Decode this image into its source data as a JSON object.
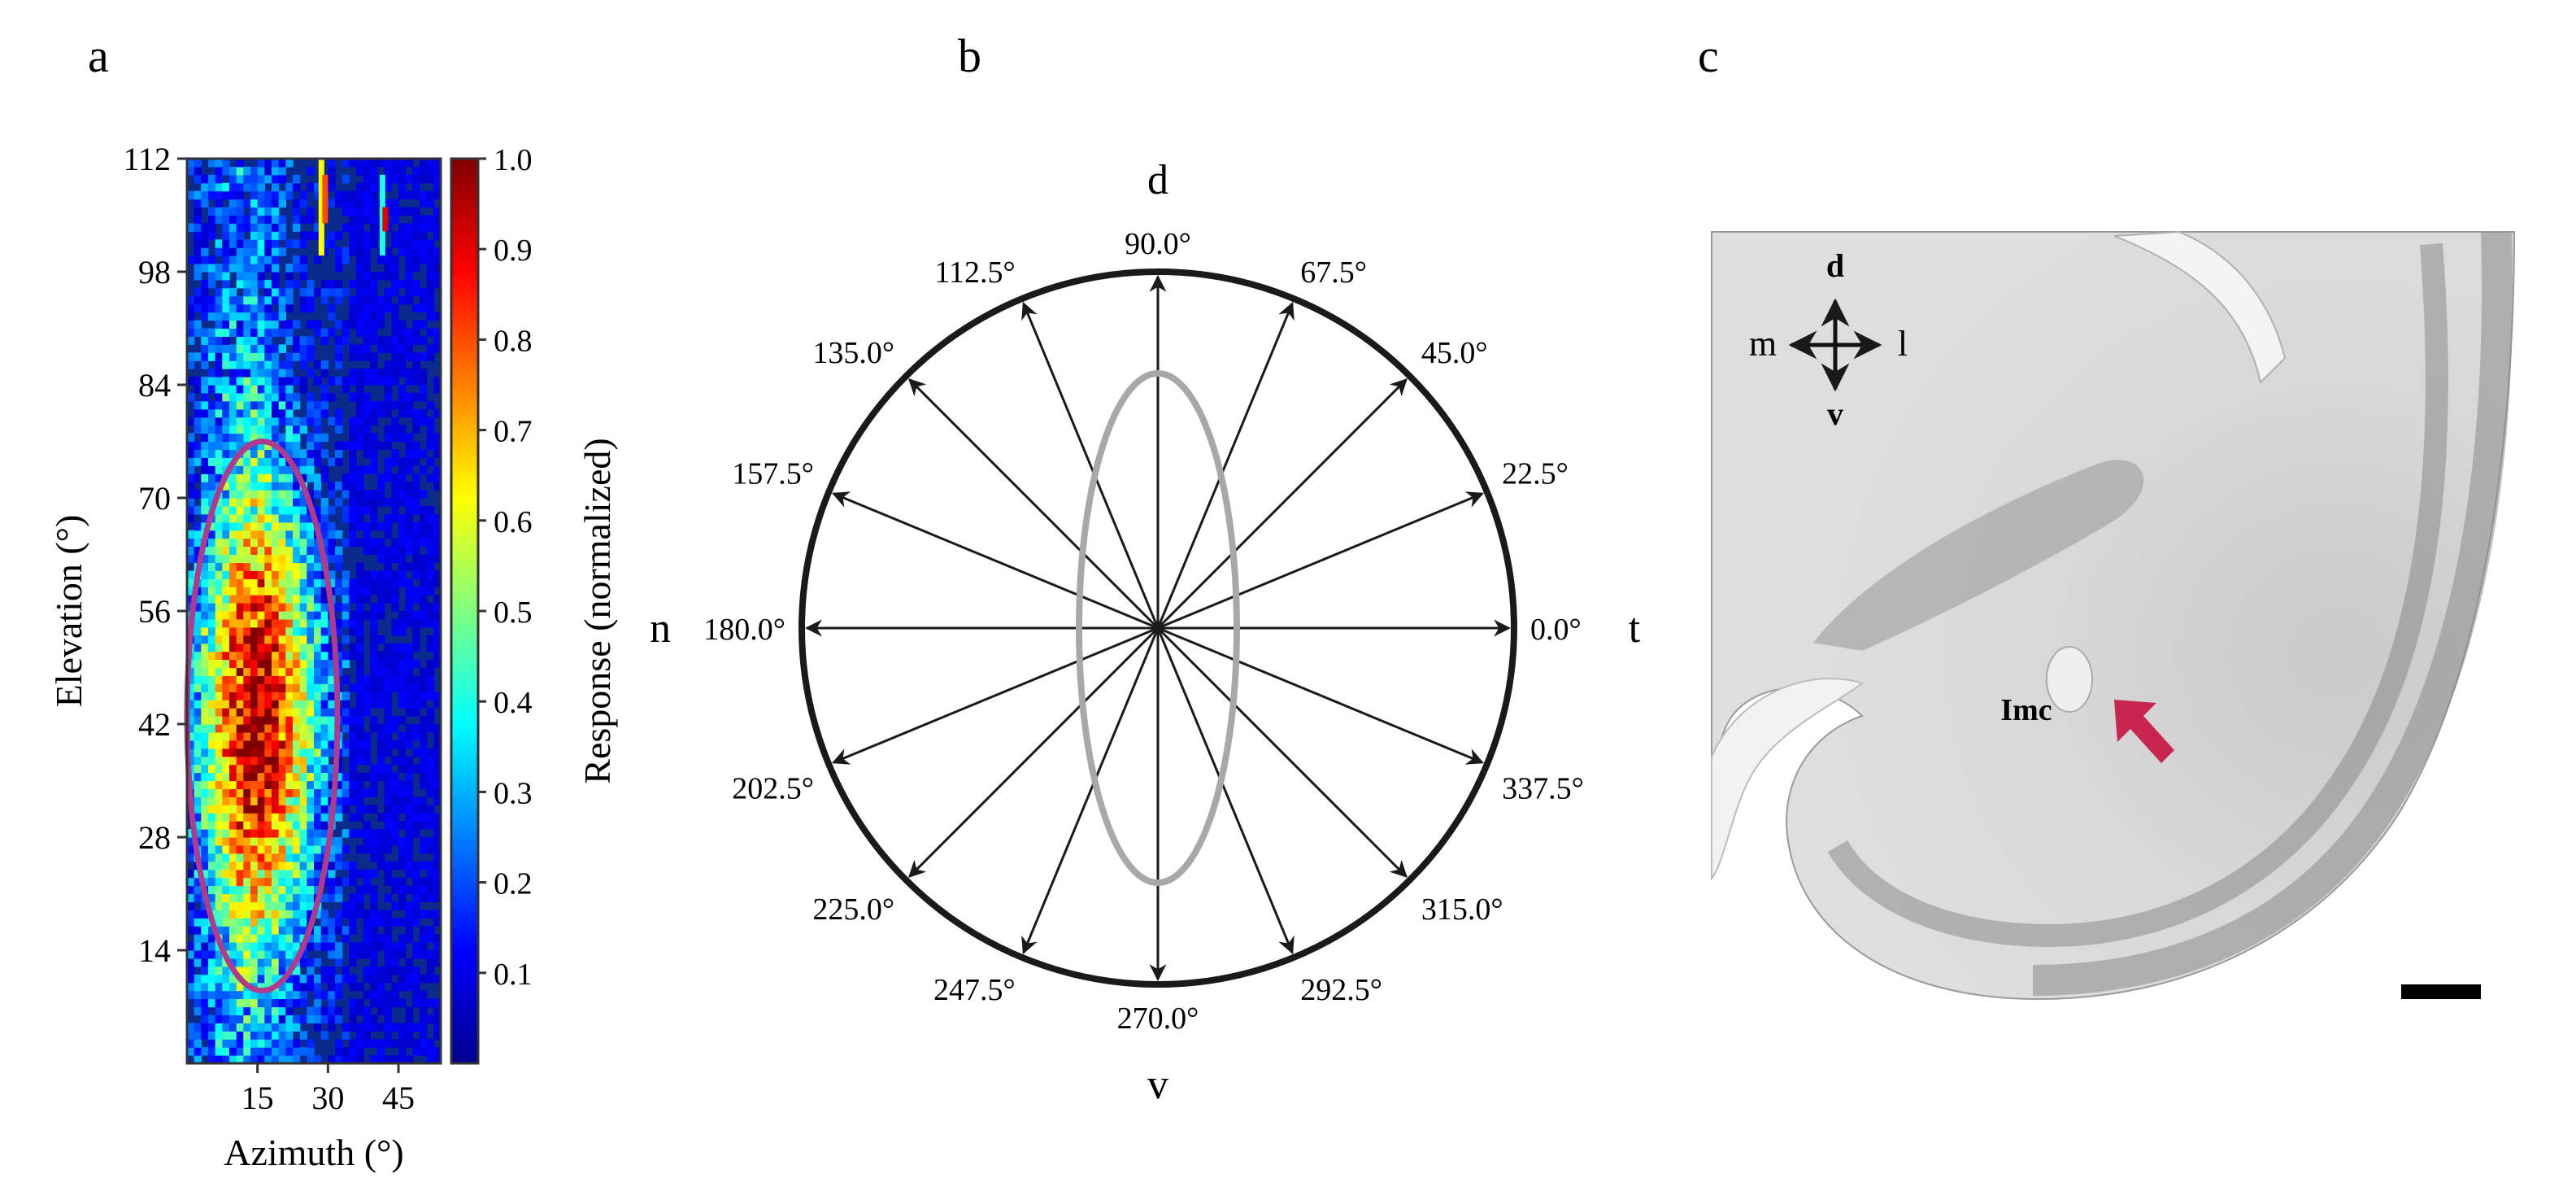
{
  "panels": {
    "a": {
      "label": "a"
    },
    "b": {
      "label": "b"
    },
    "c": {
      "label": "c"
    }
  },
  "chart_data": [
    {
      "type": "heatmap",
      "panel": "a",
      "xlabel": "Azimuth (°)",
      "ylabel": "Elevation (°)",
      "colorbar_label": "Response (normalized)",
      "x_ticks": [
        15,
        30,
        45
      ],
      "x_tick_labels": [
        "15",
        "30",
        "45"
      ],
      "y_ticks": [
        14,
        28,
        42,
        56,
        70,
        84,
        98,
        112
      ],
      "y_tick_labels": [
        "14",
        "28",
        "42",
        "56",
        "70",
        "84",
        "98",
        "112"
      ],
      "colorbar_ticks": [
        0.1,
        0.2,
        0.3,
        0.4,
        0.5,
        0.6,
        0.7,
        0.8,
        0.9,
        1.0
      ],
      "colorbar_tick_labels": [
        "0.1",
        "0.2",
        "0.3",
        "0.4",
        "0.5",
        "0.6",
        "0.7",
        "0.8",
        "0.9",
        "1.0"
      ],
      "xlim": [
        0,
        54
      ],
      "ylim": [
        0,
        112
      ],
      "clim": [
        0,
        1
      ],
      "colormap": "jet",
      "receptive_field": {
        "center_azimuth": 16,
        "center_elevation": 43,
        "half_width_azimuth": 16,
        "half_height_elevation": 34,
        "color": "#b03a8c"
      }
    },
    {
      "type": "polar-diagram",
      "panel": "b",
      "directions_deg": [
        0,
        22.5,
        45,
        67.5,
        90,
        112.5,
        135,
        157.5,
        180,
        202.5,
        225,
        247.5,
        270,
        292.5,
        315,
        337.5
      ],
      "direction_labels": [
        "0.0°",
        "22.5°",
        "45.0°",
        "67.5°",
        "90.0°",
        "112.5°",
        "135.0°",
        "157.5°",
        "180.0°",
        "202.5°",
        "225.0°",
        "247.5°",
        "270.0°",
        "292.5°",
        "315.0°",
        "337.5°"
      ],
      "axis_labels": {
        "top": "d",
        "bottom": "v",
        "left": "n",
        "right": "t"
      },
      "ellipse": {
        "aspect_ratio": 0.22,
        "color": "#a8a8a8"
      }
    }
  ],
  "histology": {
    "orientation": {
      "up": "d",
      "down": "v",
      "left": "m",
      "right": "l"
    },
    "label": "Imc",
    "arrow_color": "#c8254f"
  }
}
